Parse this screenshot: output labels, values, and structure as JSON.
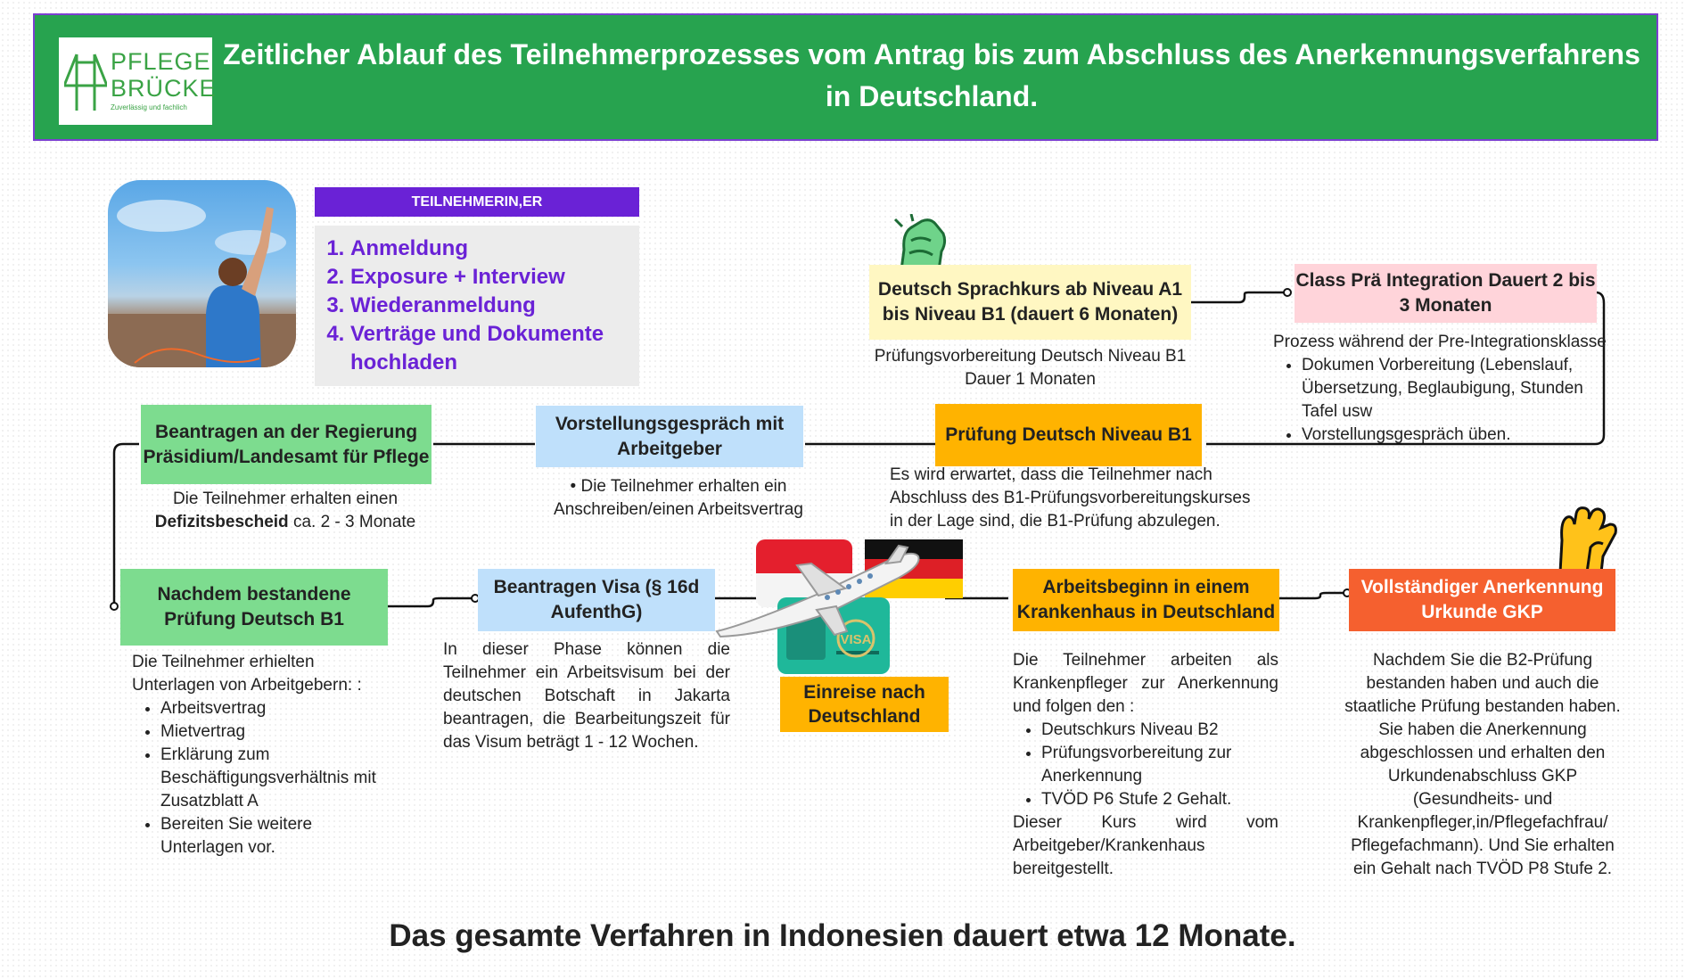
{
  "header": {
    "logo_line1": "PFLEGE",
    "logo_line2": "BRÜCKE",
    "logo_tagline": "Zuverlässig und fachlich",
    "title": "Zeitlicher Ablauf des Teilnehmerprozesses vom Antrag bis zum Abschluss des Anerkennungsverfahrens in Deutschland."
  },
  "participant": {
    "heading": "TEILNEHMERIN,ER",
    "steps": [
      "Anmeldung",
      "Exposure + Interview",
      "Wiederanmeldung",
      "Verträge und Dokumente hochladen"
    ]
  },
  "steps": {
    "language_course": {
      "title": "Deutsch Sprachkurs ab Niveau A1 bis Niveau B1 (dauert 6 Monaten)",
      "desc": "Prüfungsvorbereitung Deutsch Niveau B1 Dauer 1 Monaten"
    },
    "class_pre": {
      "title": "Class Prä Integration Dauert 2 bis 3 Monaten",
      "intro": "Prozess während der Pre-Integrationsklasse",
      "items": [
        "Dokumen Vorbereitung (Lebenslauf, Übersetzung, Beglaubigung, Stunden Tafel usw",
        "Vorstellungsgespräch üben."
      ]
    },
    "exam_b1": {
      "title": "Prüfung Deutsch Niveau B1",
      "desc": "Es wird erwartet, dass die Teilnehmer nach Abschluss des B1-Prüfungsvorbereitungskurses in der Lage sind, die B1-Prüfung abzulegen."
    },
    "interview": {
      "title": "Vorstellungsgespräch mit Arbeitgeber",
      "item": "Die Teilnehmer erhalten ein Anschreiben/einen Arbeitsvertrag"
    },
    "apply_gov": {
      "title": "Beantragen an der Regierung Präsidium/Landesamt für Pflege",
      "desc_pre": "Die Teilnehmer erhalten einen",
      "desc_bold": "Defizitsbescheid",
      "desc_post": "ca. 2 - 3 Monate"
    },
    "after_b1": {
      "title": "Nachdem bestandene Prüfung Deutsch B1",
      "intro": "Die Teilnehmer erhielten Unterlagen von Arbeitgebern: :",
      "items": [
        "Arbeitsvertrag",
        "Mietvertrag",
        "Erklärung zum Beschäftigungsverhältnis mit Zusatzblatt A",
        "Bereiten Sie weitere Unterlagen vor."
      ]
    },
    "visa": {
      "title": "Beantragen Visa (§ 16d AufenthG)",
      "desc": "In dieser Phase können die Teilnehmer ein Arbeitsvisum bei der deutschen Botschaft in Jakarta beantragen, die Bearbeitungszeit für das Visum beträgt 1 - 12 Wochen."
    },
    "entry": {
      "title": "Einreise nach Deutschland",
      "visa_stamp": "VISA"
    },
    "work_start": {
      "title": "Arbeitsbeginn in einem Krankenhaus in Deutschland",
      "intro": "Die Teilnehmer arbeiten als Krankenpfleger zur Anerkennung und folgen den :",
      "items": [
        "Deutschkurs Niveau B2",
        "Prüfungsvorbereitung zur Anerkennung",
        "TVÖD P6 Stufe 2 Gehalt."
      ],
      "outro": "Dieser Kurs wird vom Arbeitgeber/Krankenhaus bereitgestellt."
    },
    "recognition": {
      "title": "Vollständiger Anerkennung Urkunde GKP",
      "desc": "Nachdem Sie die B2-Prüfung bestanden haben und auch die staatliche Prüfung bestanden haben. Sie haben die Anerkennung abgeschlossen und erhalten den Urkundenabschluss GKP (Gesundheits- und Krankenpfleger,in/Pflegefachfrau/ Pflegefachmann). Und Sie erhalten ein Gehalt nach TVÖD P8 Stufe 2."
    }
  },
  "footer": "Das gesamte Verfahren in Indonesien dauert etwa 12 Monate.",
  "colors": {
    "header_bg": "#27a34f",
    "header_border": "#7b3fd1",
    "purple": "#6a22d6",
    "green_box": "#7ddc8f",
    "blue_box": "#bfe0fb",
    "light_yellow_box": "#fff7c2",
    "pink_box": "#ffd4da",
    "orange_box": "#ffb300",
    "red_box": "#f5602f"
  },
  "icons": [
    "fist-icon",
    "high-five-icon",
    "airplane-icon",
    "visa-card-icon",
    "indonesia-flag-icon",
    "germany-flag-icon",
    "bridge-logo-icon"
  ]
}
